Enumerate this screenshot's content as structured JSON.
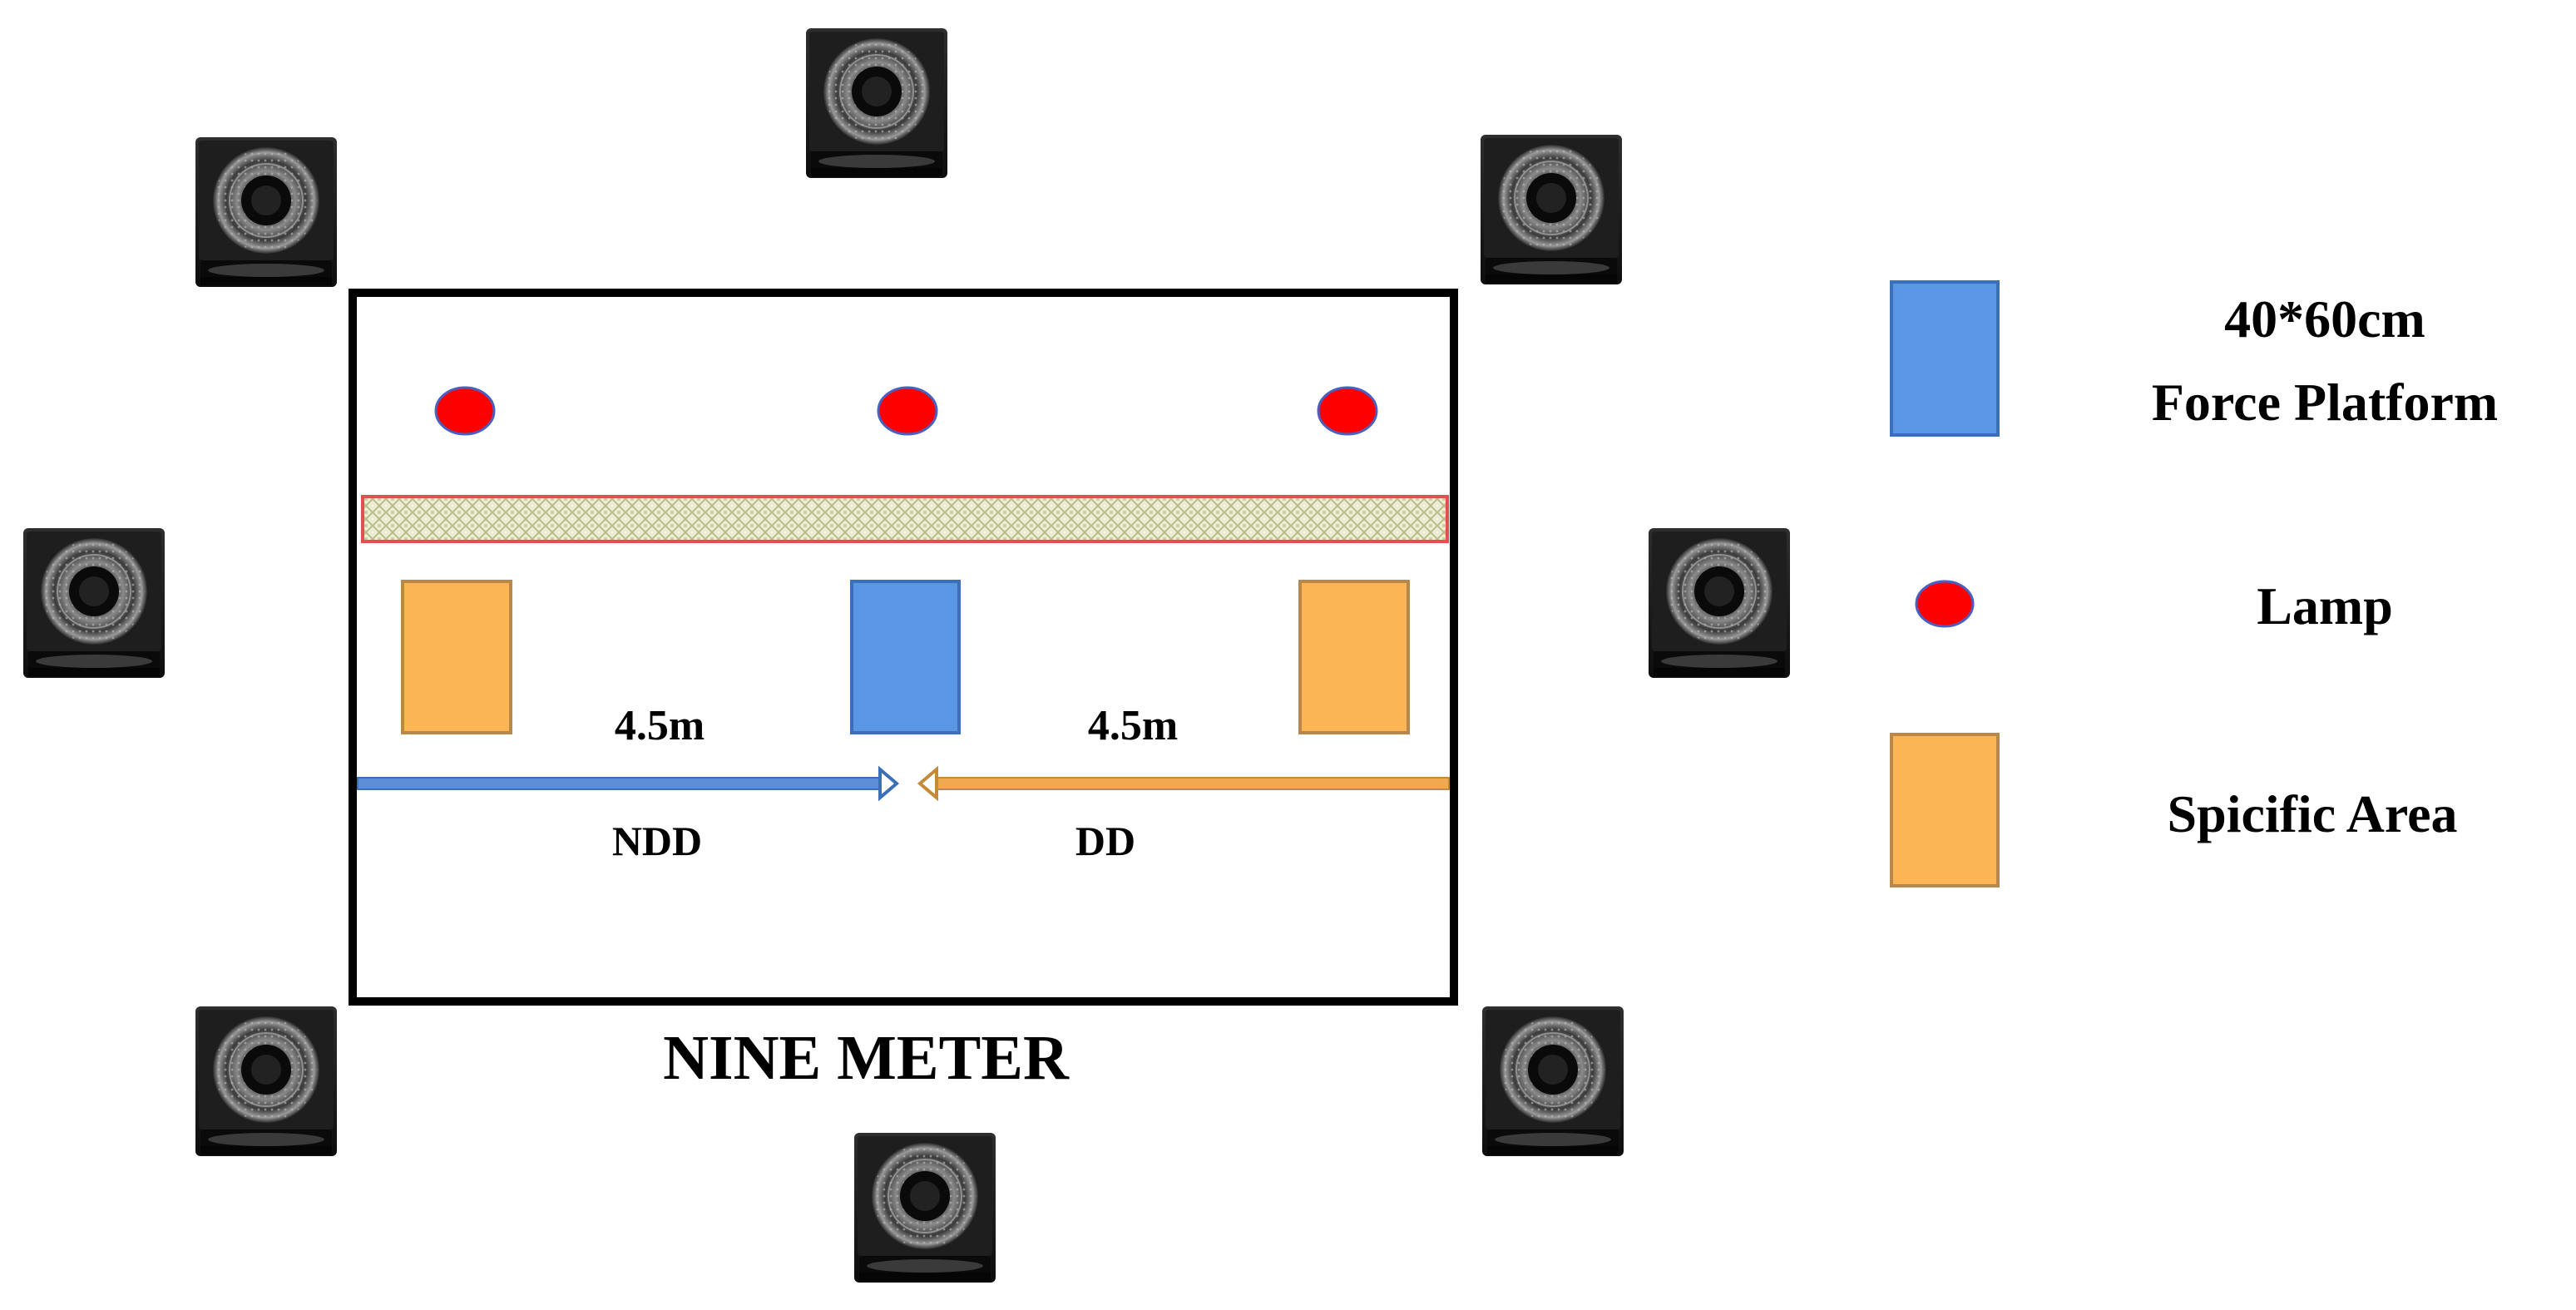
{
  "labels": {
    "left_distance": "4.5m",
    "right_distance": "4.5m",
    "left_direction": "NDD",
    "right_direction": "DD",
    "room_width": "NINE METER"
  },
  "legend": {
    "force_platform_line1": "40*60cm",
    "force_platform_line2": "Force Platform",
    "lamp": "Lamp",
    "specific_area": "Spicific Area"
  },
  "colors": {
    "force_platform": "#5b96e5",
    "specific_area": "#fbb554",
    "lamp": "#ff0000",
    "ndd_arrow": "#5b8fd6",
    "dd_arrow": "#f0a94e"
  },
  "icons": {
    "camera": "motion-capture-camera-icon"
  }
}
